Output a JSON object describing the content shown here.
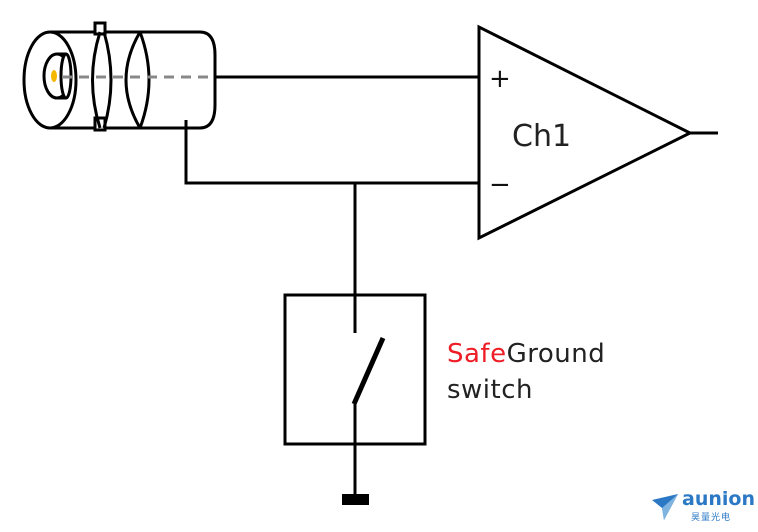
{
  "diagram": {
    "title": "BNC input to Ch1 differential amplifier with SafeGround switch",
    "amplifier": {
      "label": "Ch1",
      "plus_input": "+",
      "minus_input": "−"
    },
    "connector": {
      "type": "BNC",
      "center_pin_color": "#f5b800"
    },
    "switch": {
      "label_part1": "Safe",
      "label_part2": "Ground",
      "label_line2": "switch",
      "accent_color": "#ee1c25"
    },
    "ground": "ground-terminal"
  },
  "logo": {
    "word": "aunion",
    "subtitle": "昊量光电",
    "brand_color": "#2b78c5"
  }
}
